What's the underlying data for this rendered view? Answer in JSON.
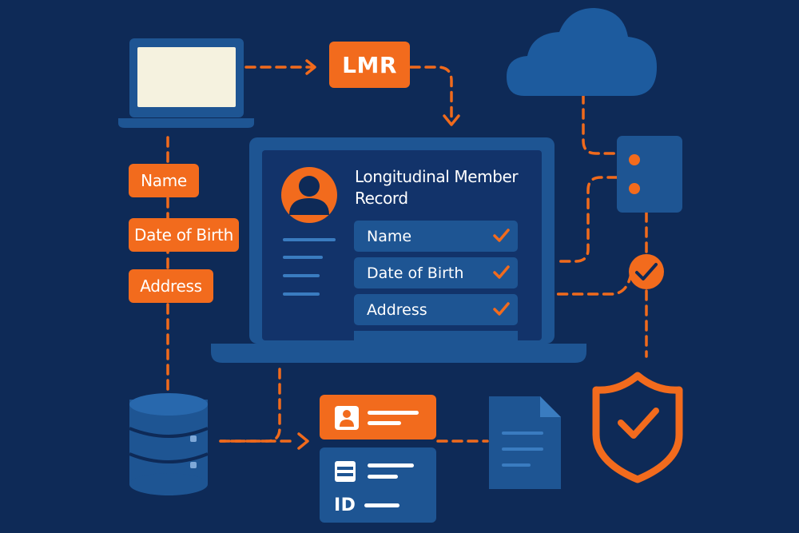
{
  "labels": {
    "lmr": "LMR",
    "title": "Longitudinal Member Record",
    "tag_name": "Name",
    "tag_dob": "Date of Birth",
    "tag_address": "Address",
    "field_name": "Name",
    "field_dob": "Date of Birth",
    "field_address": "Address",
    "id_label": "ID"
  },
  "colors": {
    "background": "#0e2a57",
    "panel": "#1e5593",
    "accent": "#f26b1d",
    "light_blue": "#3a7cc0",
    "screen_white": "#f5f2df"
  },
  "icons": [
    "laptop-icon",
    "cloud-icon",
    "server-icon",
    "user-avatar-icon",
    "database-icon",
    "id-card-icon",
    "document-icon",
    "shield-check-icon",
    "check-icon"
  ]
}
